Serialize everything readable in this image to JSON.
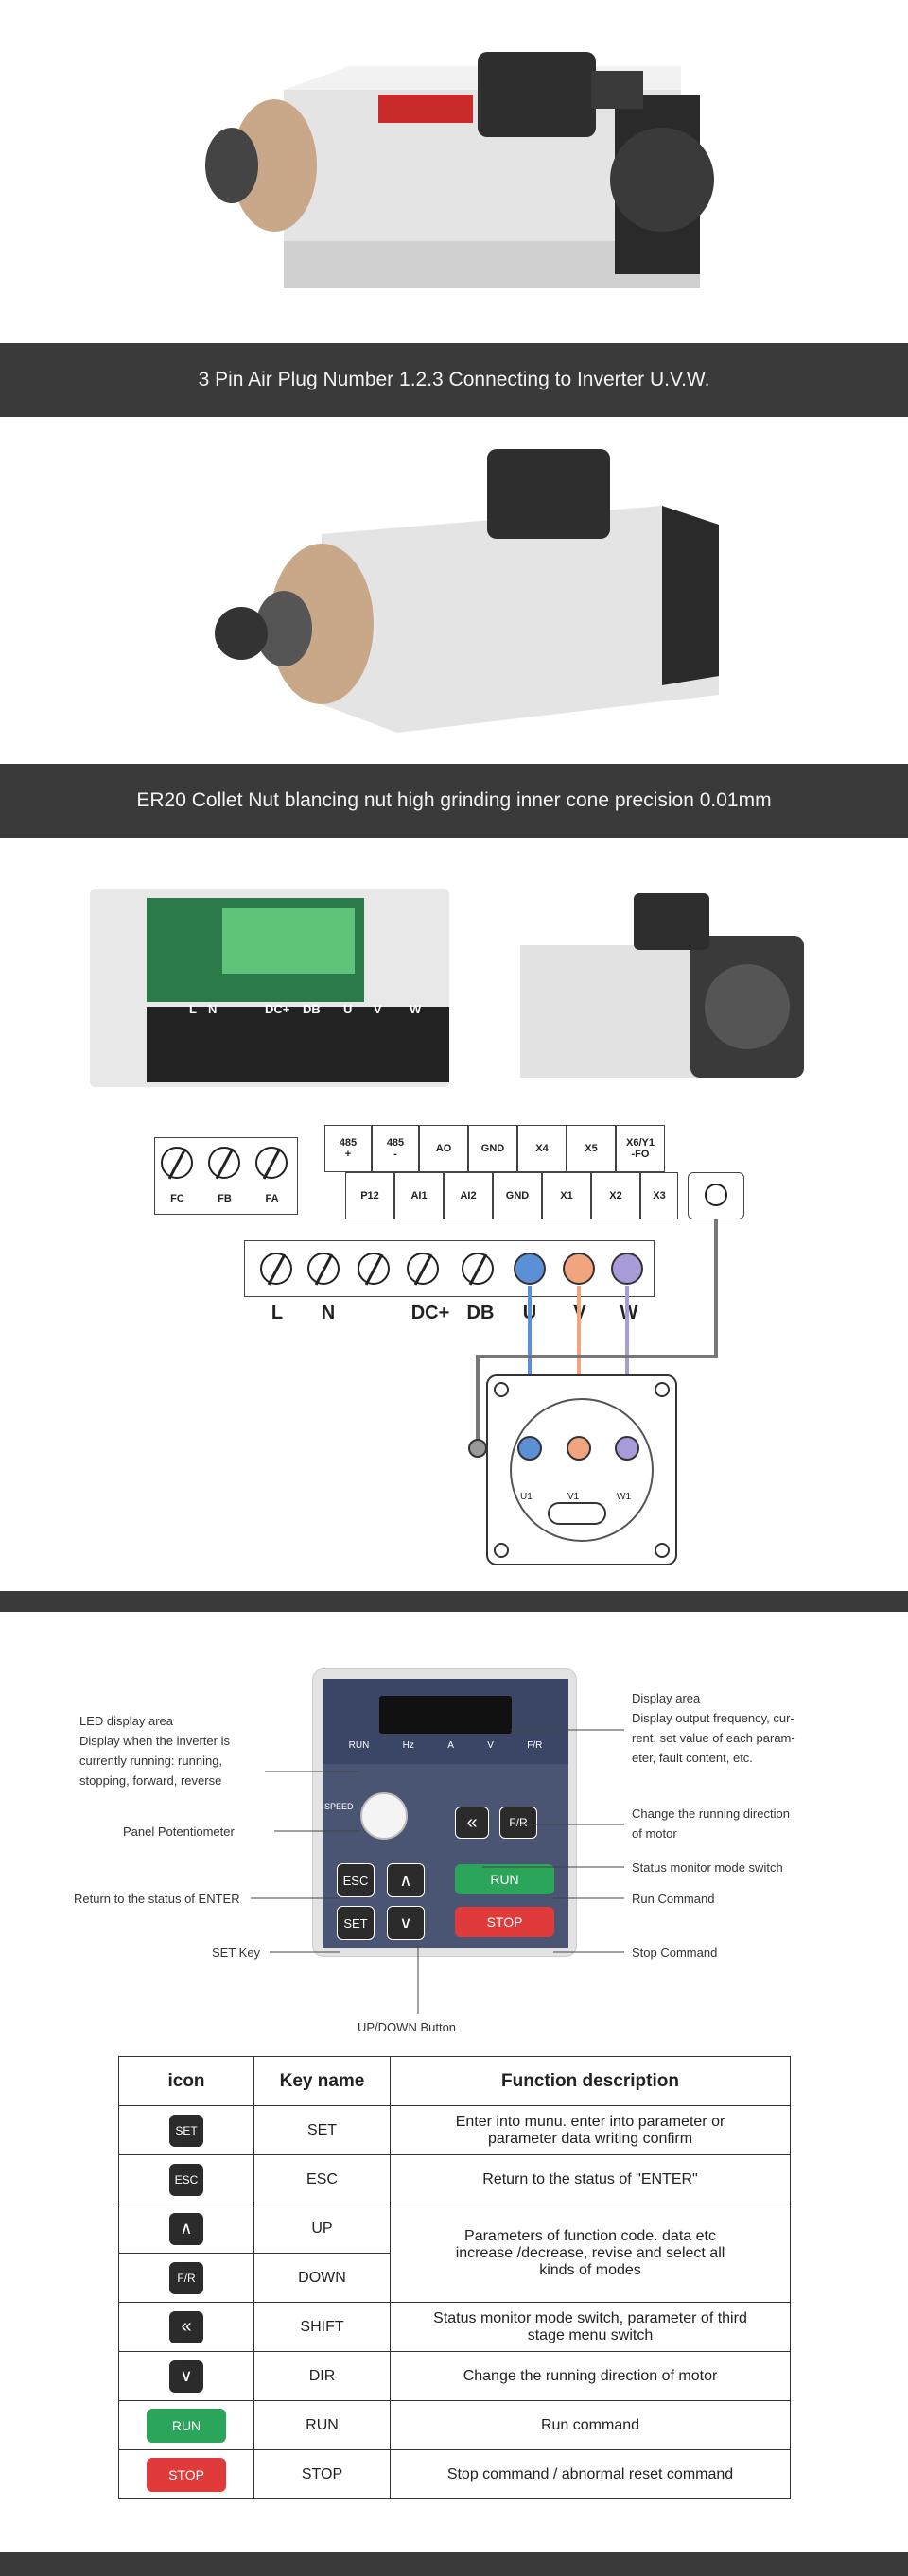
{
  "banners": {
    "b1": "3 Pin Air Plug Number 1.2.3 Connecting to Inverter U.V.W.",
    "b2": "ER20 Collet Nut blancing nut high grinding inner cone precision 0.01mm"
  },
  "wiring": {
    "board_labels": [
      "L",
      "N",
      "DC+",
      "DB",
      "U",
      "V",
      "W"
    ],
    "top_left": [
      "FC",
      "FB",
      "FA"
    ],
    "row1": [
      "485\n+",
      "485\n-",
      "AO",
      "GND",
      "X4",
      "X5",
      "X6/Y1\n-FO"
    ],
    "row2": [
      "P12",
      "AI1",
      "AI2",
      "GND",
      "X1",
      "X2",
      "X3"
    ],
    "main_labels": [
      "L",
      "N",
      "DC+",
      "DB",
      "U",
      "V",
      "W"
    ],
    "plug_pins": [
      "U1",
      "V1",
      "W1"
    ]
  },
  "panel": {
    "indicators": [
      "RUN",
      "Hz",
      "A",
      "V",
      "F/R"
    ],
    "speed_label": "SPEED",
    "keys": {
      "shift": "«",
      "fr": "F/R",
      "esc": "ESC",
      "up": "∧",
      "run": "RUN",
      "set": "SET",
      "down": "∨",
      "stop": "STOP"
    }
  },
  "callouts": {
    "led_title": "LED display area",
    "led_desc": [
      "Display when the inverter is",
      "currently running: running,",
      "stopping, forward, reverse"
    ],
    "potentiometer": "Panel Potentiometer",
    "return_enter": "Return to the status of ENTER",
    "set_key": "SET Key",
    "updown": "UP/DOWN Button",
    "display_title": "Display area",
    "display_desc": [
      "Display output frequency, cur-",
      "rent, set value of each param-",
      "eter, fault content, etc."
    ],
    "change_dir": [
      "Change the running direction",
      "of motor"
    ],
    "status_monitor": "Status monitor mode switch",
    "run_cmd": "Run Command",
    "stop_cmd": "Stop Command"
  },
  "table": {
    "headers": [
      "icon",
      "Key name",
      "Function description"
    ],
    "rows": [
      {
        "icon": "SET",
        "key": "SET",
        "desc": "Enter into munu. enter into parameter or parameter data writing confirm"
      },
      {
        "icon": "ESC",
        "key": "ESC",
        "desc": "Return to the status of \"ENTER\""
      },
      {
        "icon": "∧",
        "key": "UP",
        "desc": "Parameters of function code. data etc increase /decrease, revise and select all kinds of modes"
      },
      {
        "icon": "F/R",
        "key": "DOWN",
        "desc": ""
      },
      {
        "icon": "«",
        "key": "SHIFT",
        "desc": "Status monitor mode switch, parameter of third stage menu switch"
      },
      {
        "icon": "∨",
        "key": "DIR",
        "desc": "Change the running direction of motor"
      },
      {
        "icon": "RUN",
        "key": "RUN",
        "desc": "Run command"
      },
      {
        "icon": "STOP",
        "key": "STOP",
        "desc": "Stop command / abnormal reset command"
      }
    ]
  },
  "colors": {
    "banner": "#3a3a3a",
    "run": "#2aa55a",
    "stop": "#e03a3a",
    "u": "#5b8fd6",
    "v": "#f0a57f",
    "w": "#a99ad8"
  }
}
